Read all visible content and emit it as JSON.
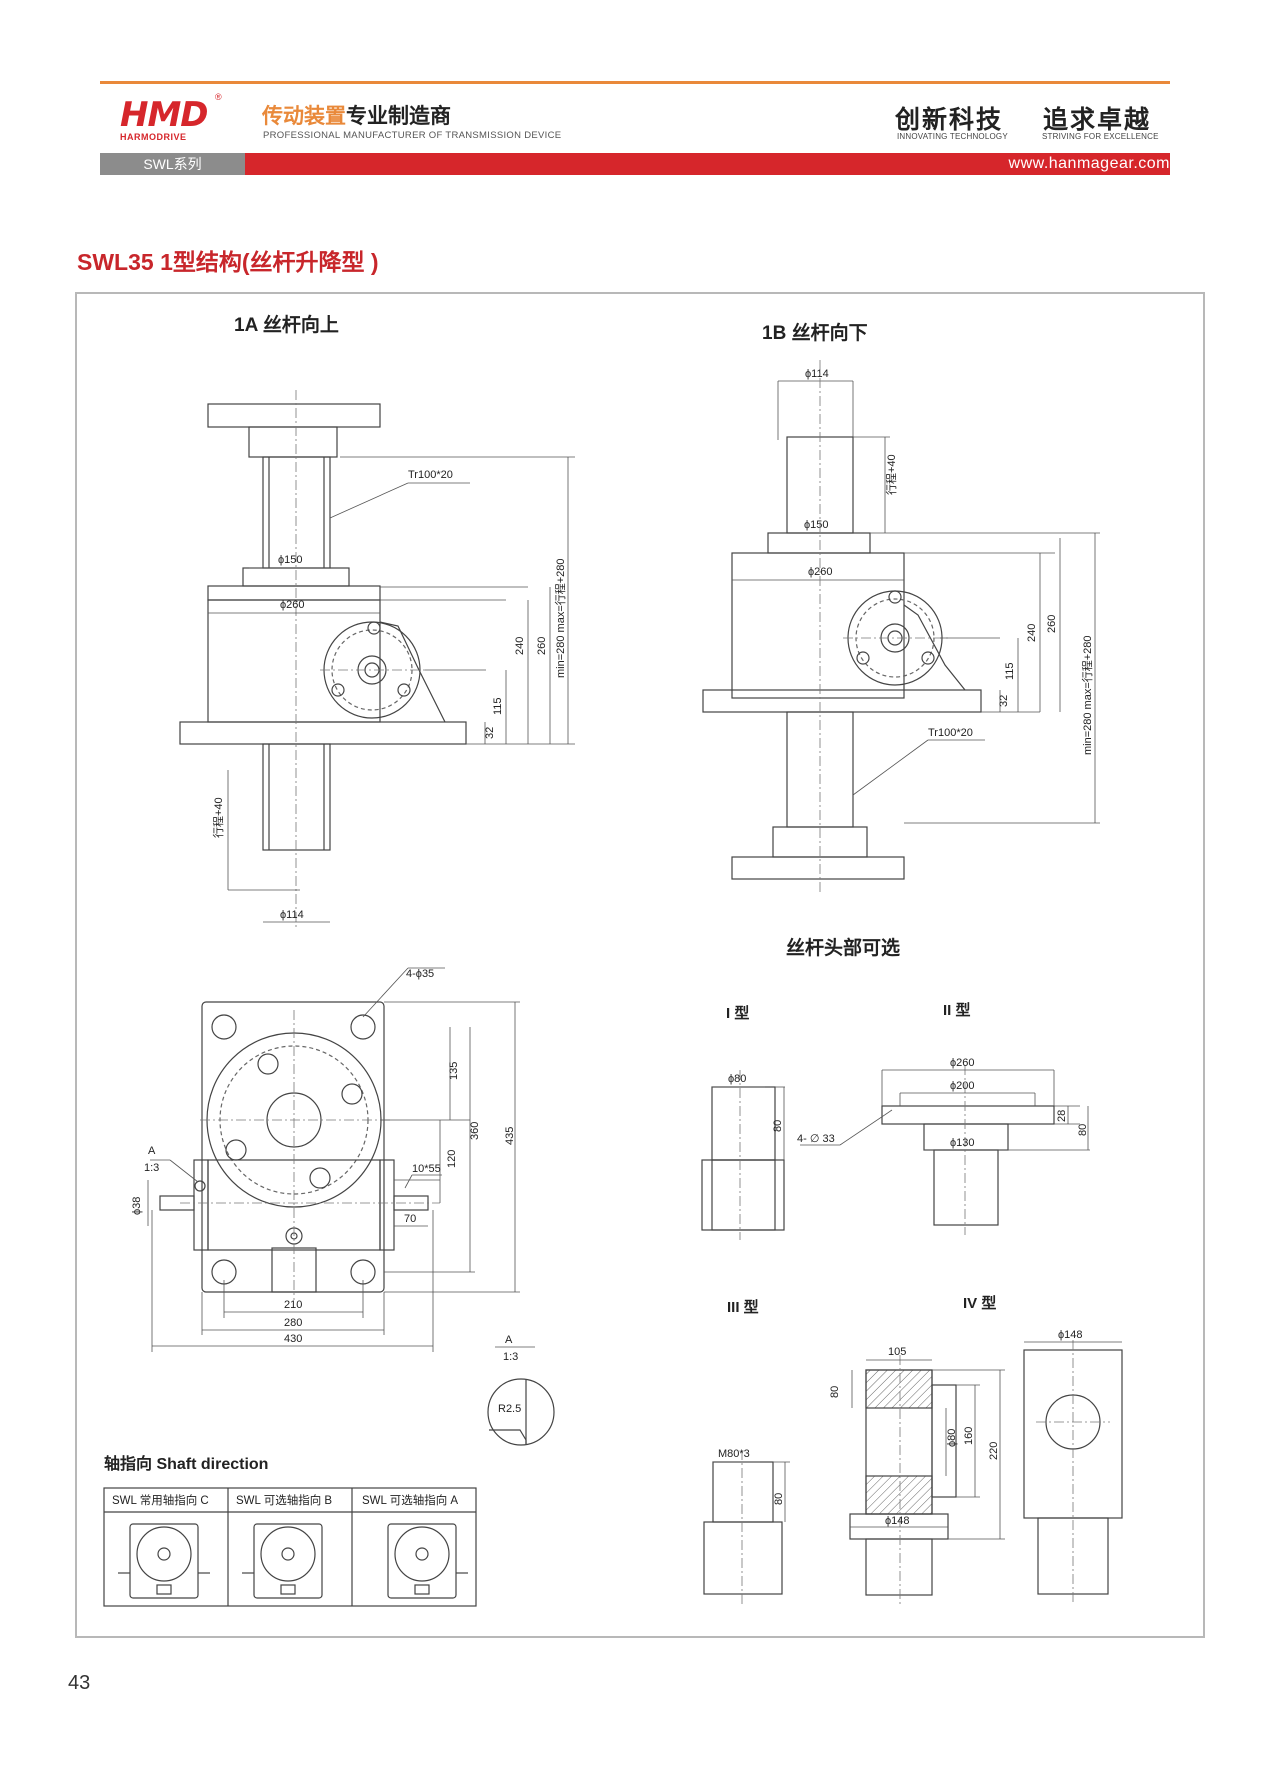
{
  "header": {
    "logo_main": "HMD",
    "logo_sub": "HARMODRIVE",
    "registered": "®",
    "tagline_orange": "传动装置",
    "tagline_dark": "专业制造商",
    "tagline_en": "PROFESSIONAL MANUFACTURER OF TRANSMISSION DEVICE",
    "slogan_1": "创新科技",
    "slogan_1_en": "INNOVATING TECHNOLOGY",
    "slogan_2": "追求卓越",
    "slogan_2_en": "STRIVING FOR EXCELLENCE",
    "series": "SWL系列",
    "website": "www.hanmagear.com",
    "colors": {
      "accent_orange": "#e9893a",
      "brand_red": "#d6262b",
      "series_gray": "#8c8c8c"
    }
  },
  "title": "SWL35 1型结构(丝杆升降型 )",
  "view_1a": {
    "heading": "1A 丝杆向上",
    "thread": "Tr100*20",
    "d150": "ϕ150",
    "d260": "ϕ260",
    "d114": "ϕ114",
    "dim_240": "240",
    "dim_260": "260",
    "dim_115": "115",
    "dim_32": "32",
    "stroke": "行程+40",
    "range": "min=280 max=行程+280"
  },
  "view_1b": {
    "heading": "1B 丝杆向下",
    "d114": "ϕ114",
    "stroke": "行程+40",
    "d150": "ϕ150",
    "d260": "ϕ260",
    "dim_240": "240",
    "dim_260": "260",
    "dim_115": "115",
    "dim_32": "32",
    "thread": "Tr100*20",
    "range": "min=280 max=行程+280"
  },
  "plan_view": {
    "holes": "4-ϕ35",
    "dim_135": "135",
    "dim_360": "360",
    "dim_435": "435",
    "dim_120": "120",
    "key": "10*55",
    "dim_70": "70",
    "shaft": "ϕ38",
    "detail_a": "A",
    "detail_scale": "1:3",
    "dim_210": "210",
    "dim_280": "280",
    "dim_430": "430"
  },
  "detail_a": {
    "label": "A",
    "scale": "1:3",
    "radius": "R2.5"
  },
  "head_options": {
    "heading": "丝杆头部可选",
    "type_1": "I 型",
    "type_2": "II 型",
    "type_3": "III 型",
    "type_4": "IV 型",
    "t1_d80": "ϕ80",
    "t1_h80": "80",
    "t2_d260": "ϕ260",
    "t2_d200": "ϕ200",
    "t2_holes": "4- ∅ 33",
    "t2_d130": "ϕ130",
    "t2_28": "28",
    "t2_80": "80",
    "t3_thread": "M80*3",
    "t3_80": "80",
    "t4a_105": "105",
    "t4a_80": "80",
    "t4a_d80": "ϕ80",
    "t4a_160": "160",
    "t4a_220": "220",
    "t4a_d148": "ϕ148",
    "t4b_d148": "ϕ148"
  },
  "shaft_direction": {
    "heading": "轴指向  Shaft direction",
    "cells": [
      "SWL 常用轴指向 C",
      "SWL 可选轴指向 B",
      "SWL 可选轴指向 A"
    ]
  },
  "page_number": "43"
}
